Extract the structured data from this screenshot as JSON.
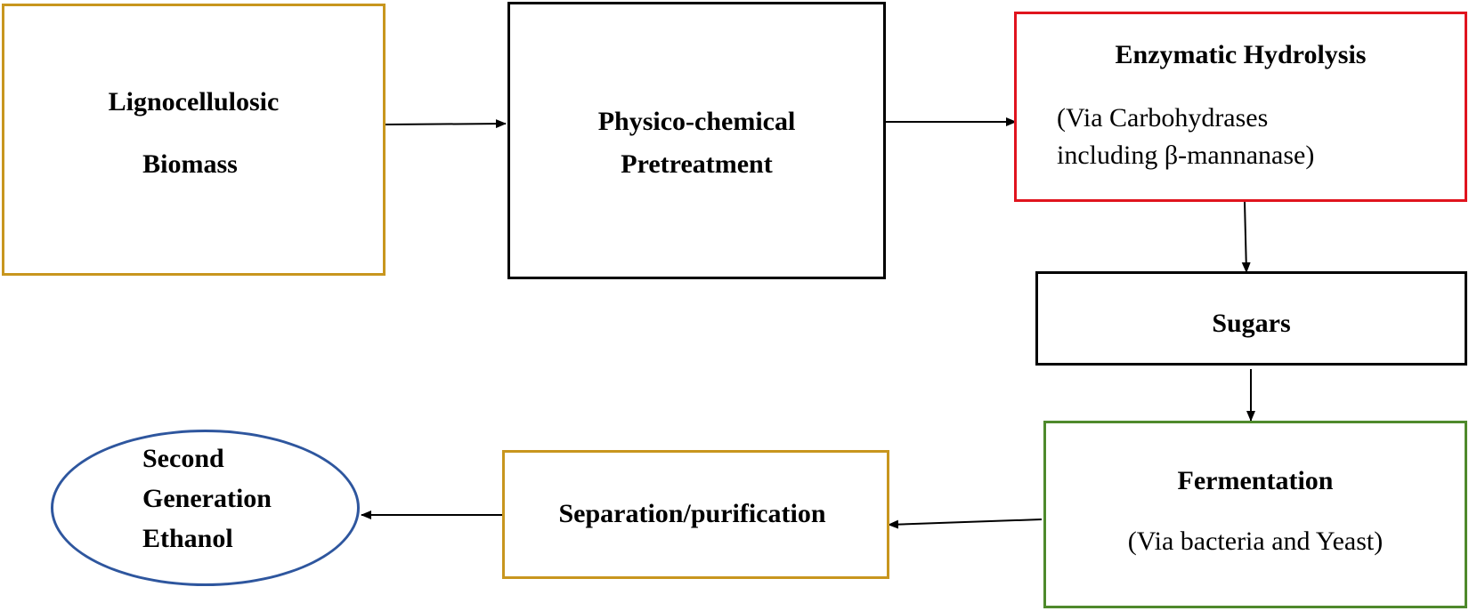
{
  "colors": {
    "gold": "#C8961E",
    "black": "#000000",
    "red": "#E0141E",
    "green": "#4E8A2C",
    "blue": "#2E569E"
  },
  "nodes": {
    "biomass": {
      "line1": "Lignocellulosic",
      "line2": "Biomass"
    },
    "pretreatment": {
      "line1": "Physico-chemical",
      "line2": "Pretreatment"
    },
    "hydrolysis": {
      "title": "Enzymatic Hydrolysis",
      "line1": "(Via Carbohydrases",
      "line2": "including β-mannanase)"
    },
    "sugars": {
      "label": "Sugars"
    },
    "fermentation": {
      "title": "Fermentation",
      "subtitle": "(Via bacteria and Yeast)"
    },
    "separation": {
      "label": "Separation/purification"
    },
    "ethanol": {
      "line1": "Second",
      "line2": "Generation",
      "line3": "Ethanol"
    }
  }
}
